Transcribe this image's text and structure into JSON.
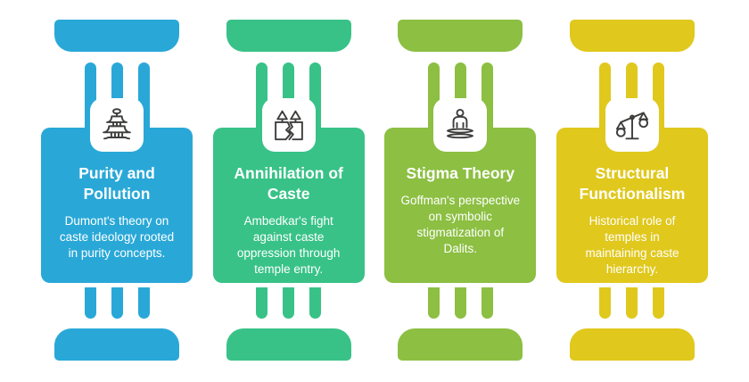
{
  "page": {
    "background_color": "#ffffff",
    "icon_stroke_color": "#3e3e3d",
    "text_color": "#ffffff"
  },
  "columns": [
    {
      "id": "purity-and-pollution",
      "color": "#29A8D8",
      "icon": "pagoda-temple-icon",
      "title": "Purity and Pollution",
      "description": "Dumont's theory on caste ideology rooted in purity concepts."
    },
    {
      "id": "annihilation-of-caste",
      "color": "#38C287",
      "icon": "broken-pillars-icon",
      "title": "Annihilation of Caste",
      "description": "Ambedkar's fight against caste oppression through temple entry."
    },
    {
      "id": "stigma-theory",
      "color": "#8CBF42",
      "icon": "meditating-person-icon",
      "title": "Stigma Theory",
      "description": "Goffman's perspective on symbolic stigmatization of Dalits."
    },
    {
      "id": "structural-functionalism",
      "color": "#E0C81D",
      "icon": "balance-scale-icon",
      "title": "Structural Functionalism",
      "description": "Historical role of temples in maintaining caste hierarchy."
    }
  ]
}
